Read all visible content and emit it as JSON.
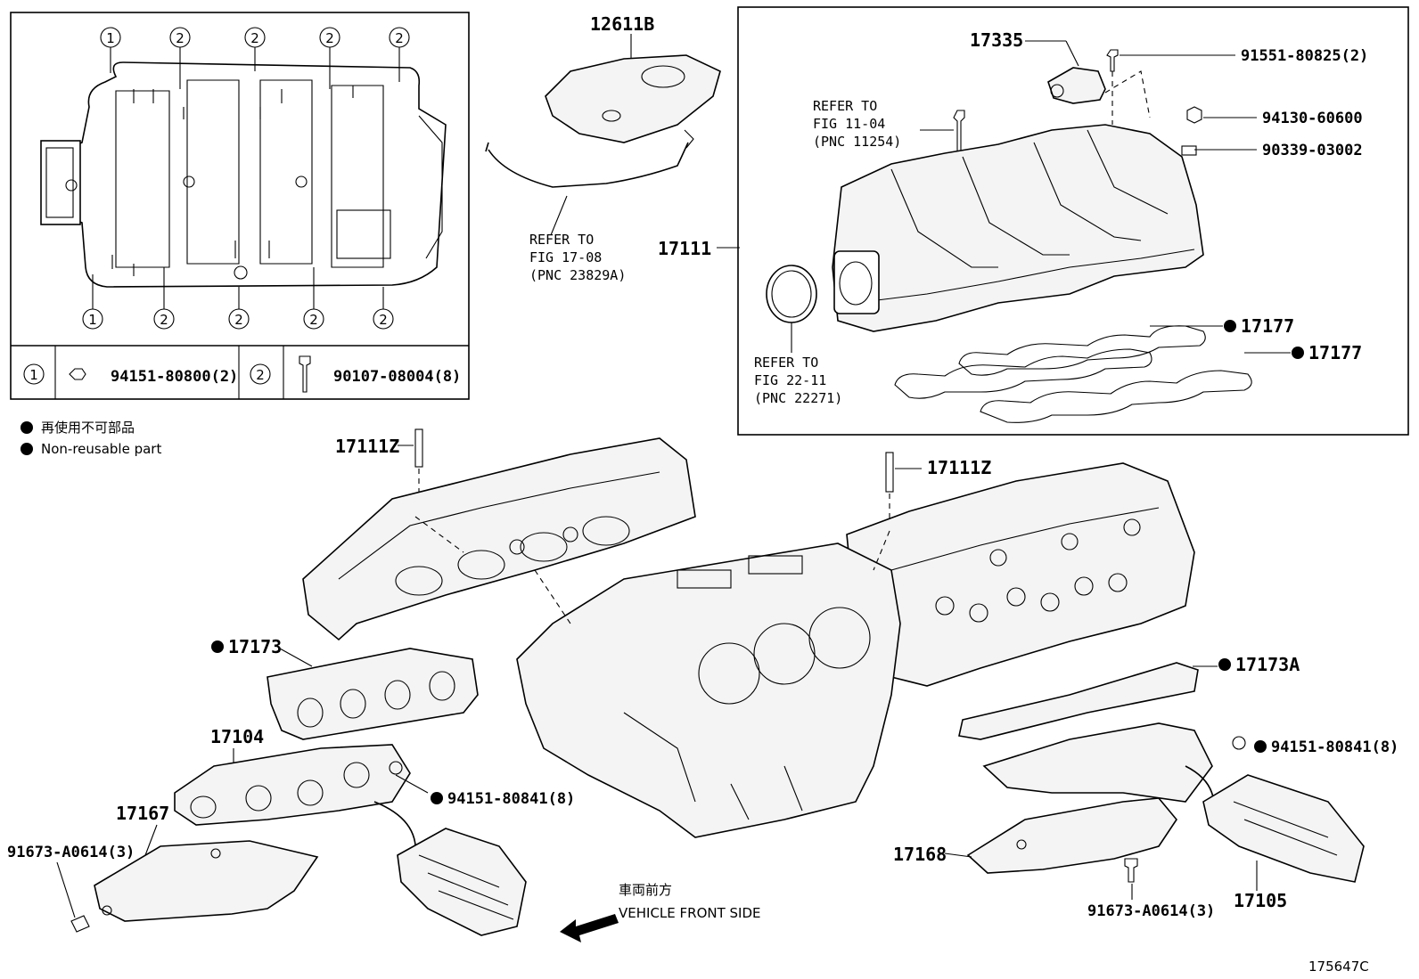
{
  "diagram_id": "175647C",
  "legend": {
    "jp": "再使用不可部品",
    "en": "Non-reusable part"
  },
  "inset_manifold": {
    "callout_1": "1",
    "callout_2": "2",
    "key_1_part": "94151-80800(2)",
    "key_2_part": "90107-08004(8)"
  },
  "labels": {
    "p12611B": "12611B",
    "p17335": "17335",
    "p91551": "91551-80825(2)",
    "p94130": "94130-60600",
    "p90339": "90339-03002",
    "p17111": "17111",
    "p17177a": "17177",
    "p17177b": "17177",
    "p17111Z_left": "17111Z",
    "p17111Z_right": "17111Z",
    "p17173": "17173",
    "p17173A": "17173A",
    "p17104": "17104",
    "p17167": "17167",
    "p91673_left": "91673-A0614(3)",
    "p91673_right": "91673-A0614(3)",
    "p94151_left": "94151-80841(8)",
    "p94151_right": "94151-80841(8)",
    "p17168": "17168",
    "p17105": "17105"
  },
  "refs": {
    "ref_fig1104": [
      "REFER TO",
      "FIG 11-04",
      "(PNC 11254)"
    ],
    "ref_fig1708": [
      "REFER TO",
      "FIG 17-08",
      "(PNC 23829A)"
    ],
    "ref_fig2211": [
      "REFER TO",
      "FIG 22-11",
      "(PNC 22271)"
    ]
  },
  "direction": {
    "jp": "車両前方",
    "en": "VEHICLE FRONT SIDE"
  }
}
